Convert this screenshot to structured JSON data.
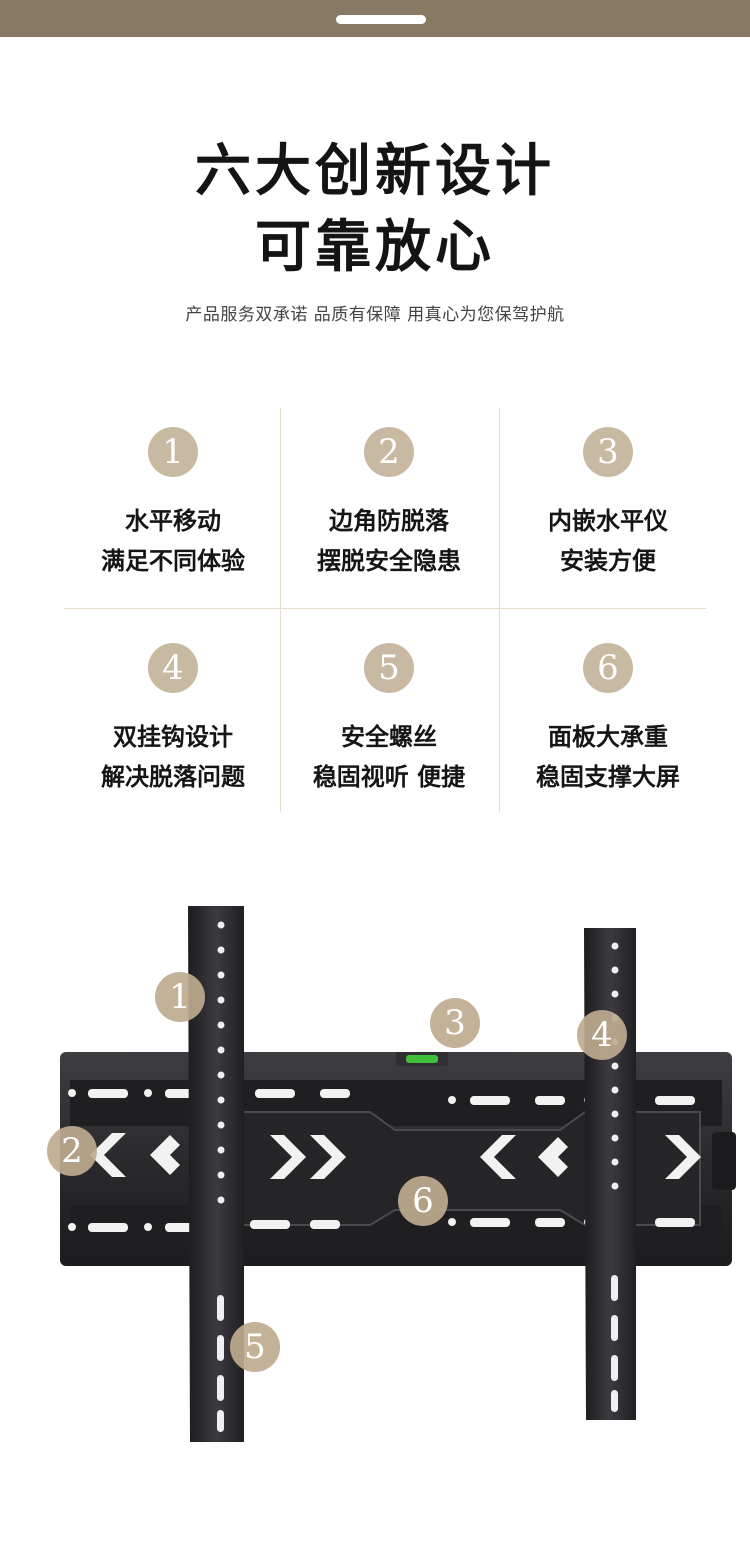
{
  "header": {
    "title_line1": "六大创新设计",
    "title_line2": "可靠放心",
    "subtitle": "产品服务双承诺 品质有保障 用真心为您保驾护航"
  },
  "features": [
    {
      "number": "1",
      "line1": "水平移动",
      "line2": "满足不同体验"
    },
    {
      "number": "2",
      "line1": "边角防脱落",
      "line2": "摆脱安全隐患"
    },
    {
      "number": "3",
      "line1": "内嵌水平仪",
      "line2": "安装方便"
    },
    {
      "number": "4",
      "line1": "双挂钩设计",
      "line2": "解决脱落问题"
    },
    {
      "number": "5",
      "line1": "安全螺丝",
      "line2": "稳固视听 便捷"
    },
    {
      "number": "6",
      "line1": "面板大承重",
      "line2": "稳固支撑大屏"
    }
  ],
  "callouts": [
    "1",
    "2",
    "3",
    "4",
    "5",
    "6"
  ],
  "colors": {
    "top_bar": "#887965",
    "accent": "#c8b9a2",
    "divider": "#e6ddd0"
  }
}
